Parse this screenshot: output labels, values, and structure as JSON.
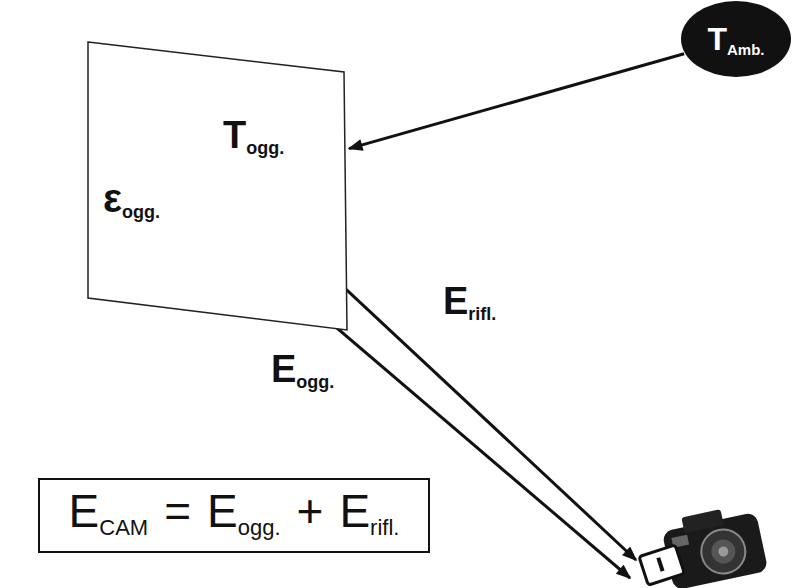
{
  "diagram": {
    "nodes": [
      {
        "text": [
          "T",
          "ogg.",
          "ε",
          "ogg."
        ]
      },
      {
        "text": [
          "T",
          "Amb."
        ]
      },
      {
        "text": [
          "E",
          "CAM",
          "=",
          "E",
          "ogg.",
          "+",
          "E",
          "rifl."
        ]
      }
    ],
    "edges": [
      {
        "from": 1,
        "to": 0,
        "arrow": "to"
      }
    ],
    "labels": [
      "E",
      "rifl.",
      "E",
      "ogg."
    ]
  }
}
